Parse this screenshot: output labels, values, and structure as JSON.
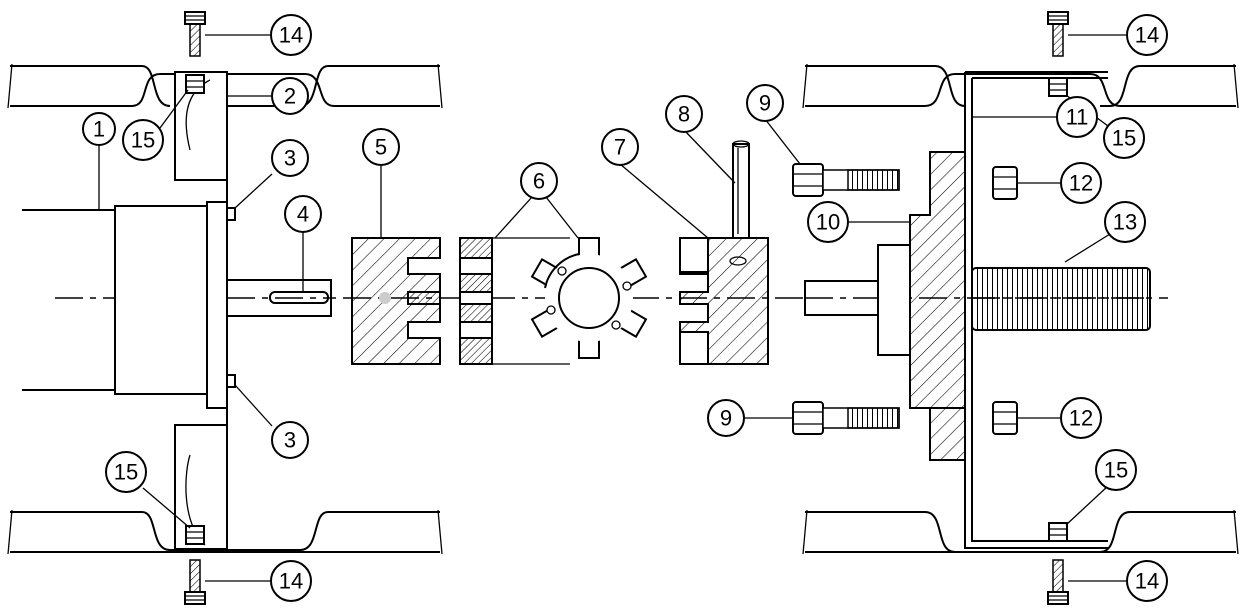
{
  "part_numbers": {
    "p1": "1",
    "p2": "2",
    "p3": "3",
    "p4": "4",
    "p5": "5",
    "p6": "6",
    "p7": "7",
    "p8": "8",
    "p9": "9",
    "p10": "10",
    "p11": "11",
    "p12": "12",
    "p13": "13",
    "p14": "14",
    "p15": "15"
  }
}
